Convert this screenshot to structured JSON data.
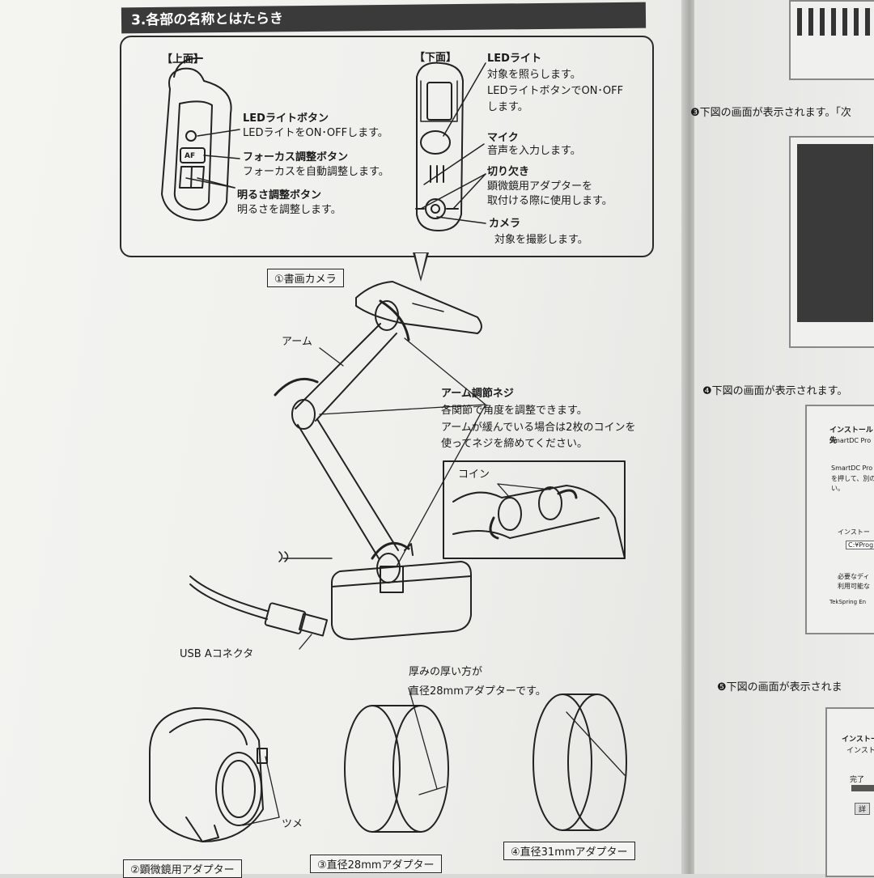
{
  "section_title": "3.各部の名称とはたらき",
  "top_view": {
    "heading": "【上面】",
    "led_button": {
      "title": "LEDライトボタン",
      "desc": "LEDライトをON･OFFします。"
    },
    "focus_button": {
      "title": "フォーカス調整ボタン",
      "desc": "フォーカスを自動調整します。"
    },
    "brightness_button": {
      "title": "明るさ調整ボタン",
      "desc": "明るさを調整します。"
    },
    "af_mark": "AF"
  },
  "bottom_view": {
    "heading": "【下面】",
    "led_light": {
      "title": "LEDライト",
      "desc1": "対象を照らします。",
      "desc2": "LEDライトボタンでON･OFF",
      "desc3": "します。"
    },
    "mic": {
      "title": "マイク",
      "desc": "音声を入力します。"
    },
    "notch": {
      "title": "切り欠き",
      "desc1": "顕微鏡用アダプターを",
      "desc2": "取付ける際に使用します。"
    },
    "camera": {
      "title": "カメラ",
      "desc": "対象を撮影します。"
    }
  },
  "main_diagram": {
    "camera_label": "①書画カメラ",
    "arm_label": "アーム",
    "screw": {
      "title": "アーム調節ネジ",
      "desc1": "各関節で角度を調整できます。",
      "desc2": "アームが緩んでいる場合は2枚のコインを",
      "desc3": "使ってネジを締めてください。"
    },
    "coin_label": "コイン",
    "usb_label": "USB Aコネクタ"
  },
  "adapters": {
    "thick_note1": "厚みの厚い方が",
    "thick_note2": "直径28mmアダプターです。",
    "tabs_label": "ツメ",
    "microscope_label": "②顕微鏡用アダプター",
    "adapter28_label": "③直径28mmアダプター",
    "adapter31_label": "④直径31mmアダプター"
  },
  "right_page": {
    "step3": "❸下図の画面が表示されます。「次",
    "step4": "❹下図の画面が表示されます。",
    "step5": "❺下図の画面が表示されま",
    "dialog1_title": "インストール先",
    "dialog1_sub": "SmartDC Pro",
    "dialog1_body1": "SmartDC Pro",
    "dialog1_body2": "を押して、別の",
    "dialog1_body3": "い。",
    "dialog1_install": "インストー",
    "dialog1_path": "C:¥Prog",
    "dialog1_req1": "必要なディ",
    "dialog1_req2": "利用可能な",
    "dialog1_footer": "TekSpring En",
    "dialog2_title1": "インストー",
    "dialog2_title2": "インスト",
    "dialog2_done": "完了",
    "dialog2_btn": "詳"
  }
}
